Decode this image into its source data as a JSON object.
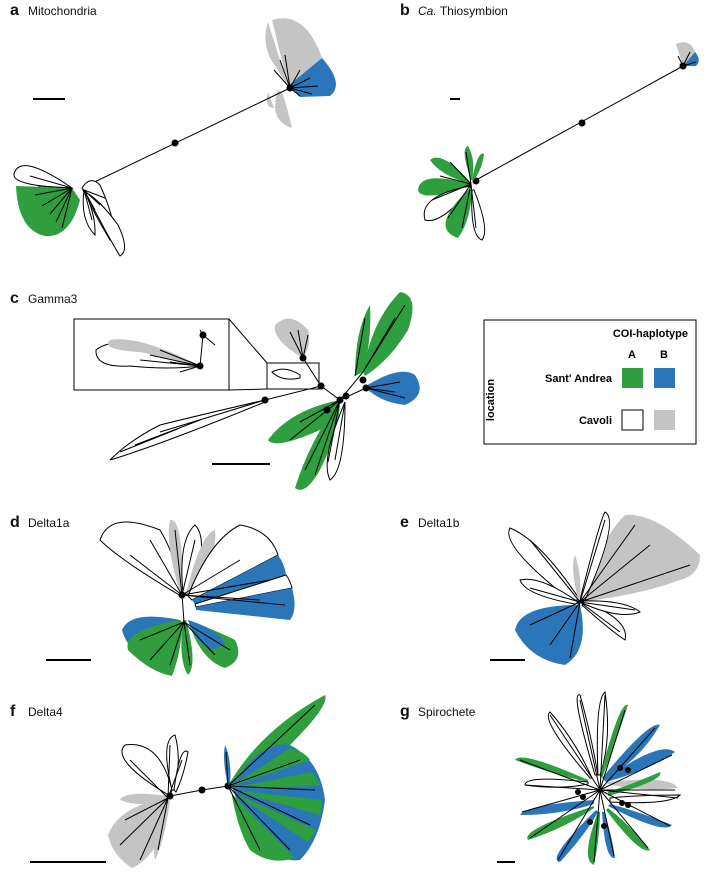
{
  "panels": {
    "a": {
      "letter": "a",
      "title": "Mitochondria"
    },
    "b": {
      "letter": "b",
      "title_italic": "Ca.",
      "title_rest": "Thiosymbion"
    },
    "c": {
      "letter": "c",
      "title": "Gamma3"
    },
    "d": {
      "letter": "d",
      "title": "Delta1a"
    },
    "e": {
      "letter": "e",
      "title": "Delta1b"
    },
    "f": {
      "letter": "f",
      "title": "Delta4"
    },
    "g": {
      "letter": "g",
      "title": "Spirochete"
    }
  },
  "legend": {
    "header": "COI-haplotype",
    "col_a": "A",
    "col_b": "B",
    "axis_label": "location",
    "rows": [
      {
        "label": "Sant' Andrea",
        "color_a": "#2e9e3e",
        "color_b": "#2a76b8"
      },
      {
        "label": "Cavoli",
        "color_a": "#ffffff",
        "color_b": "#c4c4c4"
      }
    ]
  },
  "colors": {
    "green": "#2e9e3e",
    "blue": "#2a76b8",
    "grey": "#c4c4c4",
    "white": "#ffffff"
  }
}
